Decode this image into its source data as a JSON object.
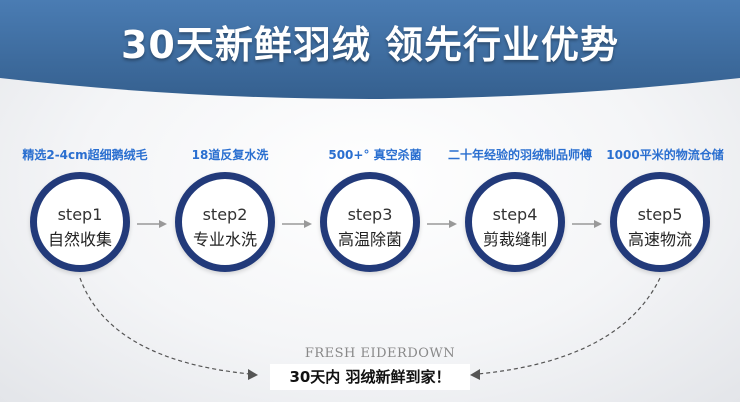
{
  "headline": "30天新鲜羽绒 领先行业优势",
  "steps": [
    {
      "caption": "精选2-4cm超细鹅绒毛",
      "step": "step1",
      "name": "自然收集"
    },
    {
      "caption": "18道反复水洗",
      "step": "step2",
      "name": "专业水洗"
    },
    {
      "caption": "500+°  真空杀菌",
      "step": "step3",
      "name": "高温除菌"
    },
    {
      "caption": "二十年经验的羽绒制品师傅",
      "step": "step4",
      "name": "剪裁缝制"
    },
    {
      "caption": "1000平米的物流仓储",
      "step": "step5",
      "name": "高速物流"
    }
  ],
  "footer": {
    "brand": "FRESH EIDERDOWN",
    "tagline": "30天内  羽绒新鲜到家！"
  },
  "colors": {
    "banner": "#3f6ea3",
    "circle_border": "#223a7a",
    "caption": "#2a6fd0"
  }
}
